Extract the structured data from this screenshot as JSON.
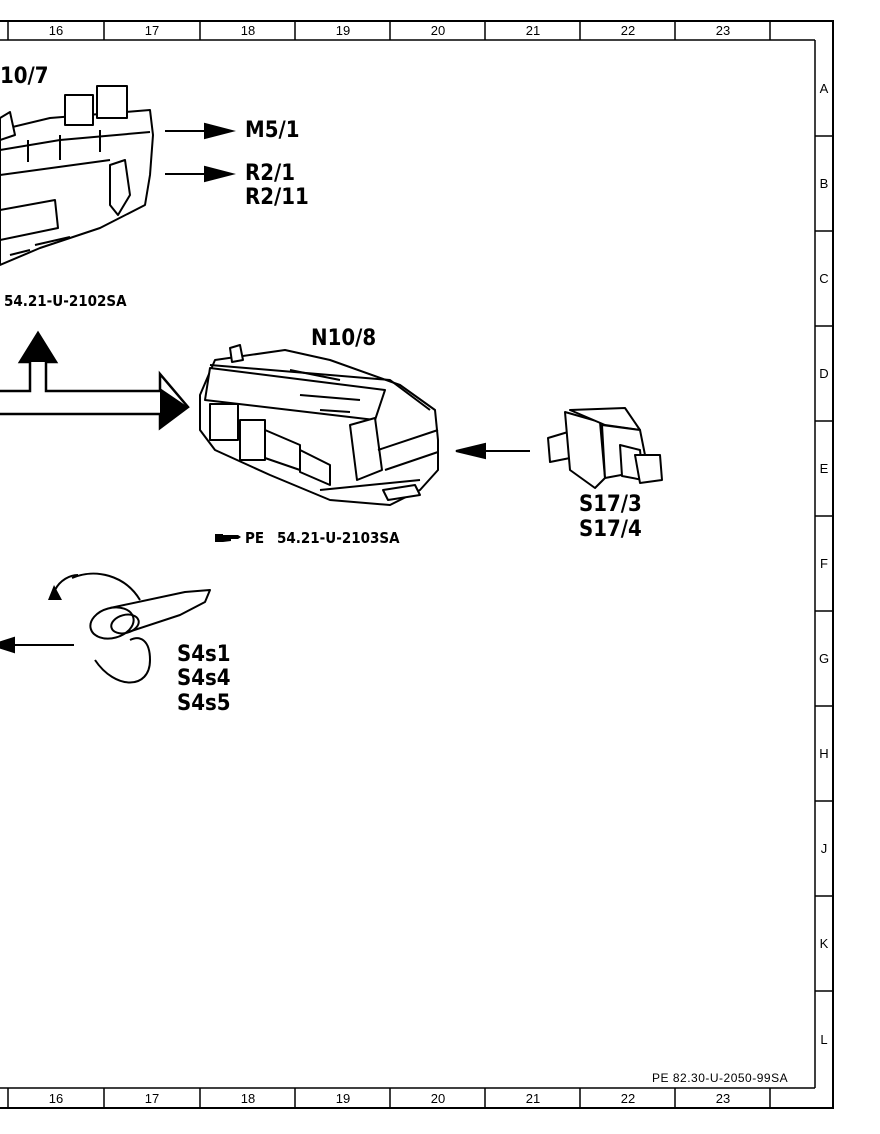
{
  "grid": {
    "columns": [
      "16",
      "17",
      "18",
      "19",
      "20",
      "21",
      "22",
      "23"
    ],
    "rows": [
      "A",
      "B",
      "C",
      "D",
      "E",
      "F",
      "G",
      "H",
      "J",
      "K",
      "L"
    ]
  },
  "components": {
    "n10_7_label": "10/7",
    "n10_8_label": "N10/8",
    "n10_7_ref": "54.21-U-2102SA",
    "n10_8_ref_prefix": "PE",
    "n10_8_ref": "54.21-U-2103SA"
  },
  "outputs": {
    "m5_1": "M5/1",
    "r2_1": "R2/1",
    "r2_11": "R2/11"
  },
  "switches": {
    "s17_3": "S17/3",
    "s17_4": "S17/4",
    "s4s1": "S4s1",
    "s4s4": "S4s4",
    "s4s5": "S4s5"
  },
  "document_number": "PE 82.30-U-2050-99SA",
  "icons": {
    "reference": "pointing-hand-icon"
  }
}
